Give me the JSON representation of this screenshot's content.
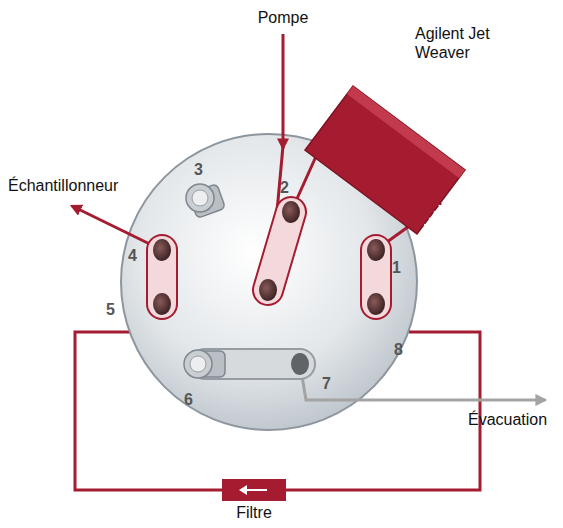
{
  "diagram": {
    "nodes": [
      {
        "text": [
          "Agilent Jet Weaver"
        ]
      },
      {
        "text": [
          "Filtre"
        ]
      }
    ],
    "labels": [
      "Pompe",
      "Échantillonneur",
      "3",
      "2",
      "4",
      "1",
      "5",
      "8",
      "6",
      "7",
      "Évacuation"
    ]
  }
}
